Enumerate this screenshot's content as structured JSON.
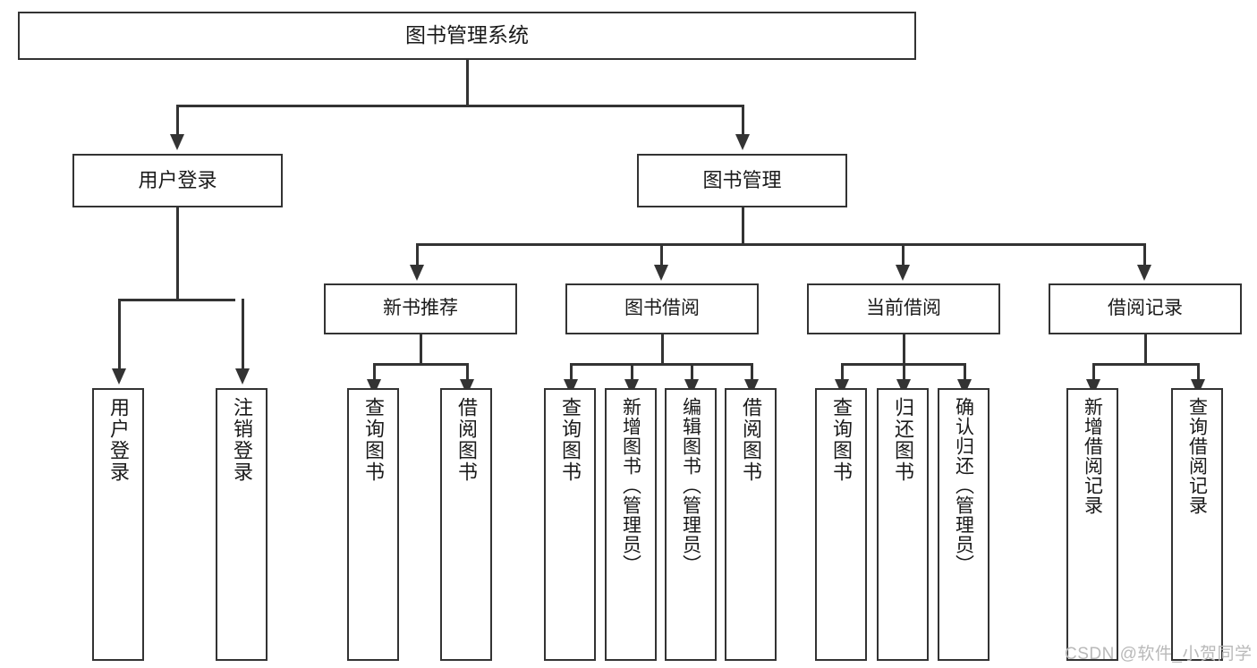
{
  "diagram": {
    "type": "hierarchy-tree",
    "title": "图书管理系统",
    "root": {
      "label": "图书管理系统"
    },
    "level2": [
      {
        "label": "用户登录"
      },
      {
        "label": "图书管理"
      }
    ],
    "level3": [
      {
        "label": "新书推荐"
      },
      {
        "label": "图书借阅"
      },
      {
        "label": "当前借阅"
      },
      {
        "label": "借阅记录"
      }
    ],
    "leaves": {
      "user_login": [
        {
          "label": "用户登录"
        },
        {
          "label": "注销登录"
        }
      ],
      "new_book_recommend": [
        {
          "label": "查询图书"
        },
        {
          "label": "借阅图书"
        }
      ],
      "book_borrow": [
        {
          "label": "查询图书"
        },
        {
          "label": "新增图书（管理员）"
        },
        {
          "label": "编辑图书（管理员）"
        },
        {
          "label": "借阅图书"
        }
      ],
      "current_borrow": [
        {
          "label": "查询图书"
        },
        {
          "label": "归还图书"
        },
        {
          "label": "确认归还（管理员）"
        }
      ],
      "borrow_record": [
        {
          "label": "新增借阅记录"
        },
        {
          "label": "查询借阅记录"
        }
      ]
    }
  },
  "watermark": {
    "text": "CSDN @软件_小贺同学"
  },
  "colors": {
    "stroke": "#333333",
    "background": "#ffffff",
    "text": "#1a1a1a",
    "watermark": "#b9b9b9"
  }
}
